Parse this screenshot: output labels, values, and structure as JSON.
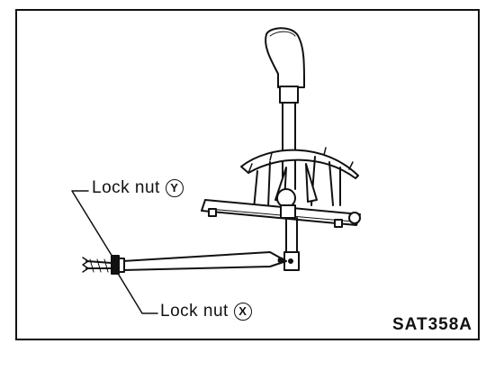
{
  "labels": {
    "lock_nut_y": {
      "text": "Lock nut",
      "marker": "Y"
    },
    "lock_nut_x": {
      "text": "Lock nut",
      "marker": "X"
    }
  },
  "figure_code": "SAT358A"
}
